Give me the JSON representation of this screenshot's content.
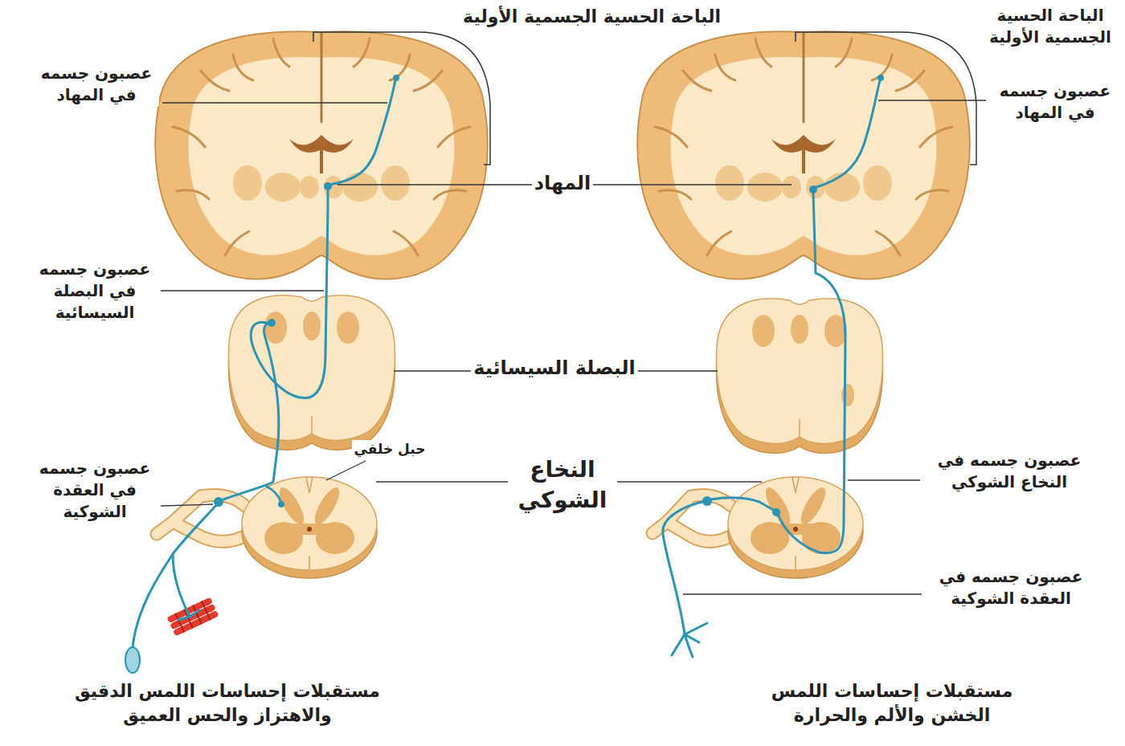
{
  "diagram": {
    "labels": [
      "الباحة الحسية الجسمية الأولية",
      "الباحة الحسية الجسمية الأولية",
      "عصبون جسمه في المهاد",
      "عصبون جسمه في المهاد",
      "المهاد",
      "عصبون جسمه في البصلة السيسائية",
      "البصلة السيسائية",
      "حبل خلفي",
      "عصبون جسمه في العقدة الشوكية",
      "النخاع الشوكي",
      "عصبون جسمه في النخاع الشوكي",
      "عصبون جسمه في العقدة الشوكية",
      "مستقبلات إحساسات اللمس الدقيق والاهتزاز والحس العميق",
      "مستقبلات إحساسات اللمس الخشن والألم والحرارة"
    ]
  }
}
